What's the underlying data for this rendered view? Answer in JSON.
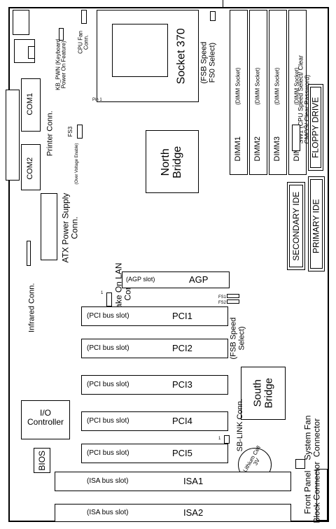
{
  "socket": {
    "name": "Socket 370",
    "pin1": "Pin 1"
  },
  "cpu_fan": "CPU Fan Conn.",
  "kb_pwn": "KB_PWN (Keyboard Power On Feature)",
  "fsb_fs0": "(FSB Speed FS0 Select)",
  "dimms": [
    {
      "name": "DIMM1",
      "type": "(DIMM Socket)"
    },
    {
      "name": "DIMM2",
      "type": "(DIMM Socket)"
    },
    {
      "name": "DIMM3",
      "type": "(DIMM Socket)"
    },
    {
      "name": "DIMM4",
      "type": "(DIMM Socket)"
    }
  ],
  "sw1": "SW1 (CPU Speed Select/ Clear CMOS/ Clear Password)",
  "floppy": "FLOPPY DRIVE",
  "com1": "COM1",
  "com2": "COM2",
  "printer": "Printer Conn.",
  "fs3": "FS3",
  "over_voltage": "(Over Voltage Enable)",
  "north_bridge": "North Bridge",
  "secondary_ide": "SECONDARY IDE",
  "primary_ide": "PRIMARY IDE",
  "atx_power": "ATX Power Supply Conn.",
  "infrared": "Infrared Conn.",
  "wake_on_lan": "Wake On LAN Conn.",
  "agp": {
    "slot": "(AGP slot)",
    "name": "AGP"
  },
  "fs1": "FS1",
  "fs2": "FS2",
  "fsb_speed_select": "(FSB Speed Select)",
  "pci_slots": [
    {
      "slot": "(PCI bus slot)",
      "name": "PCI1"
    },
    {
      "slot": "(PCI bus slot)",
      "name": "PCI2"
    },
    {
      "slot": "(PCI bus slot)",
      "name": "PCI3"
    },
    {
      "slot": "(PCI bus slot)",
      "name": "PCI4"
    },
    {
      "slot": "(PCI bus slot)",
      "name": "PCI5"
    }
  ],
  "south_bridge": "South Bridge",
  "sb_link": "SB-LINK Conn.",
  "io_controller": "I/O Controller",
  "bios": "BIOS",
  "lithium": "Lithium Cell 3V",
  "system_fan": "System Fan Connector",
  "isa_slots": [
    {
      "slot": "(ISA bus slot)",
      "name": "ISA1"
    },
    {
      "slot": "(ISA bus slot)",
      "name": "ISA2"
    }
  ],
  "front_panel": "Front Panel Block Connector",
  "pin_one": "1"
}
